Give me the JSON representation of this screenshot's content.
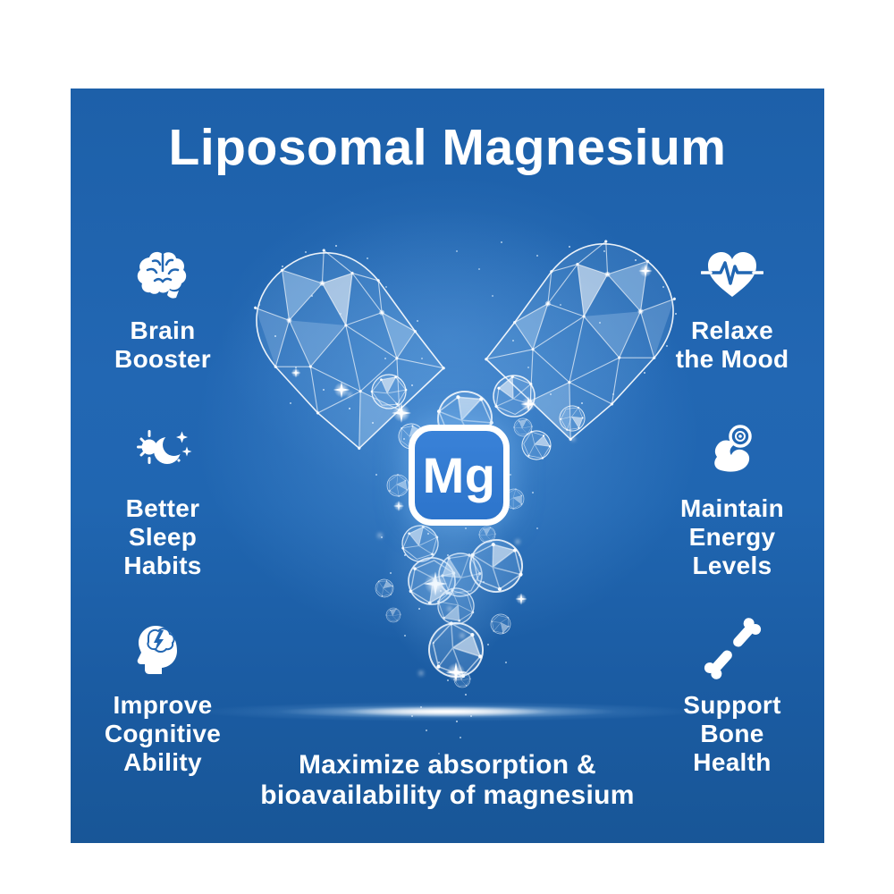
{
  "title": "Liposomal Magnesium",
  "center_badge": {
    "symbol": "Mg"
  },
  "benefits_left": [
    {
      "icon": "brain-icon",
      "label": "Brain\nBooster"
    },
    {
      "icon": "sun-moon-sleep-icon",
      "label": "Better\nSleep\nHabits"
    },
    {
      "icon": "head-lightning-icon",
      "label": "Improve\nCognitive\nAbility"
    }
  ],
  "benefits_right": [
    {
      "icon": "heart-pulse-icon",
      "label": "Relaxe\nthe Mood"
    },
    {
      "icon": "muscle-dumbbell-icon",
      "label": "Maintain\nEnergy\nLevels"
    },
    {
      "icon": "bone-joint-icon",
      "label": "Support\nBone\nHealth"
    }
  ],
  "tagline": "Maximize absorption &\nbioavailability of magnesium",
  "colors": {
    "page_background": "#ffffff",
    "panel_blue": "#1c61ae",
    "panel_center_glow": "#4a8dda",
    "mg_box_blue": "#2f7ad2",
    "text": "#ffffff"
  }
}
